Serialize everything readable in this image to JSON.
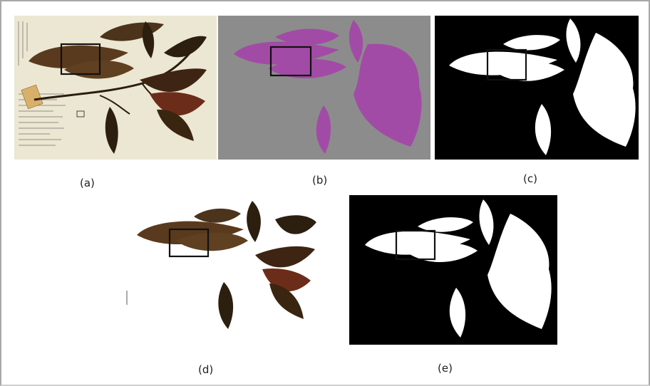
{
  "figure": {
    "panels": [
      {
        "id": "a",
        "label": "(a)"
      },
      {
        "id": "b",
        "label": "(b)"
      },
      {
        "id": "c",
        "label": "(c)"
      },
      {
        "id": "d",
        "label": "(d)"
      },
      {
        "id": "e",
        "label": "(e)"
      }
    ]
  },
  "colors": {
    "sheet_background": "#ece7d2",
    "leaf_brown": "#5a3a1e",
    "leaf_dark": "#2c1f10",
    "segment_purple": "#a24ba6",
    "segment_gray": "#8c8c8c",
    "mask_black": "#000000",
    "mask_white": "#ffffff",
    "box_black": "#111111"
  }
}
